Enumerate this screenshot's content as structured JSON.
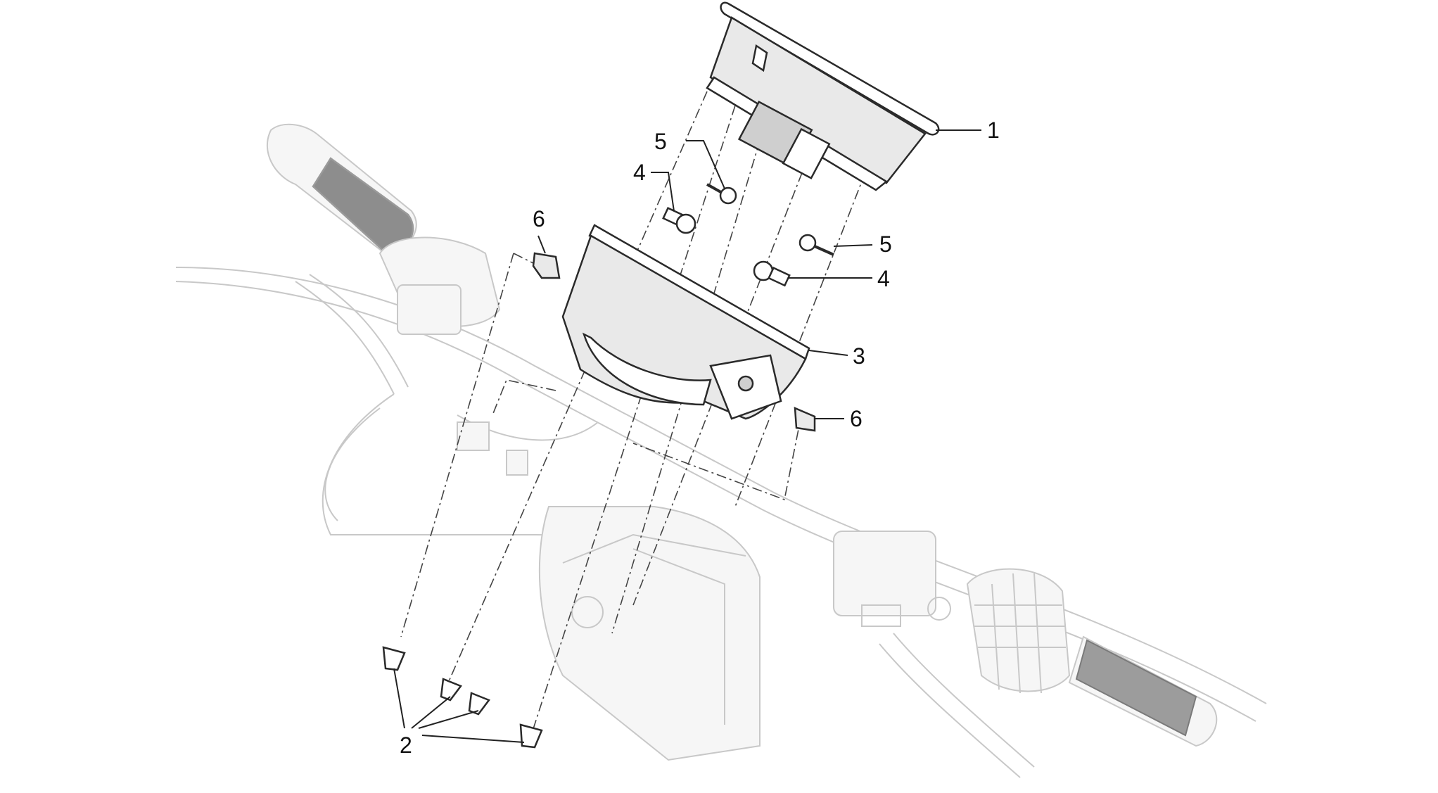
{
  "callouts": [
    {
      "id": "c1",
      "label": "1"
    },
    {
      "id": "c2",
      "label": "2"
    },
    {
      "id": "c3",
      "label": "3"
    },
    {
      "id": "c4a",
      "label": "4"
    },
    {
      "id": "c4b",
      "label": "4"
    },
    {
      "id": "c5a",
      "label": "5"
    },
    {
      "id": "c5b",
      "label": "5"
    },
    {
      "id": "c6a",
      "label": "6"
    },
    {
      "id": "c6b",
      "label": "6"
    }
  ]
}
